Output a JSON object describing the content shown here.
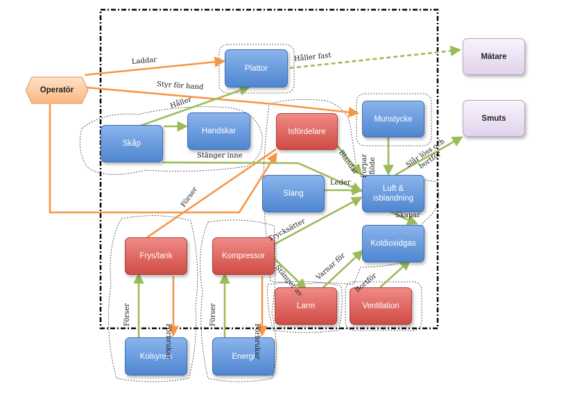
{
  "nodes": {
    "operator": "Operatör",
    "plattor": "Plattor",
    "matare": "Mätare",
    "smuts": "Smuts",
    "skap": "Skåp",
    "handskar": "Handskar",
    "isfordelare": "Isfördelare",
    "munstycke": "Munstycke",
    "slang": "Slang",
    "luft": "Luft & isblandning",
    "frys": "Frys/tank",
    "kompressor": "Kompressor",
    "koldioxidgas": "Koldioxidgas",
    "larm": "Larm",
    "ventilation": "Ventilation",
    "kolsyreis": "Kolsyreis",
    "energi": "Energi"
  },
  "edges": {
    "laddar": "Laddar",
    "haller_fast": "Håller fast",
    "styr_for_hand": "Styr för hand",
    "haller": "Håller",
    "stanger_inne": "Stänger inne",
    "forser_operator": "Förser",
    "blandar": "Blandar",
    "forpar_flode": "Forpar flöde",
    "slar_loss": "Slår löss och bortför",
    "leder": "Leder",
    "skapar": "Skapar",
    "trycksatter": "Trycksätter",
    "stanger_av": "Stänger av",
    "varnar_for": "Varnar för",
    "bortfor": "Bortför",
    "forser_frys": "Förser",
    "forbrukar_frys": "Förbrukar",
    "forser_komp": "Förser",
    "forbrukar_komp": "Förbrukar"
  },
  "colors": {
    "orange": "#f79646",
    "green": "#9bbb59",
    "blue_node": "#4f81bd",
    "red_node": "#c0504d",
    "purple_node": "#e4d7ef"
  }
}
